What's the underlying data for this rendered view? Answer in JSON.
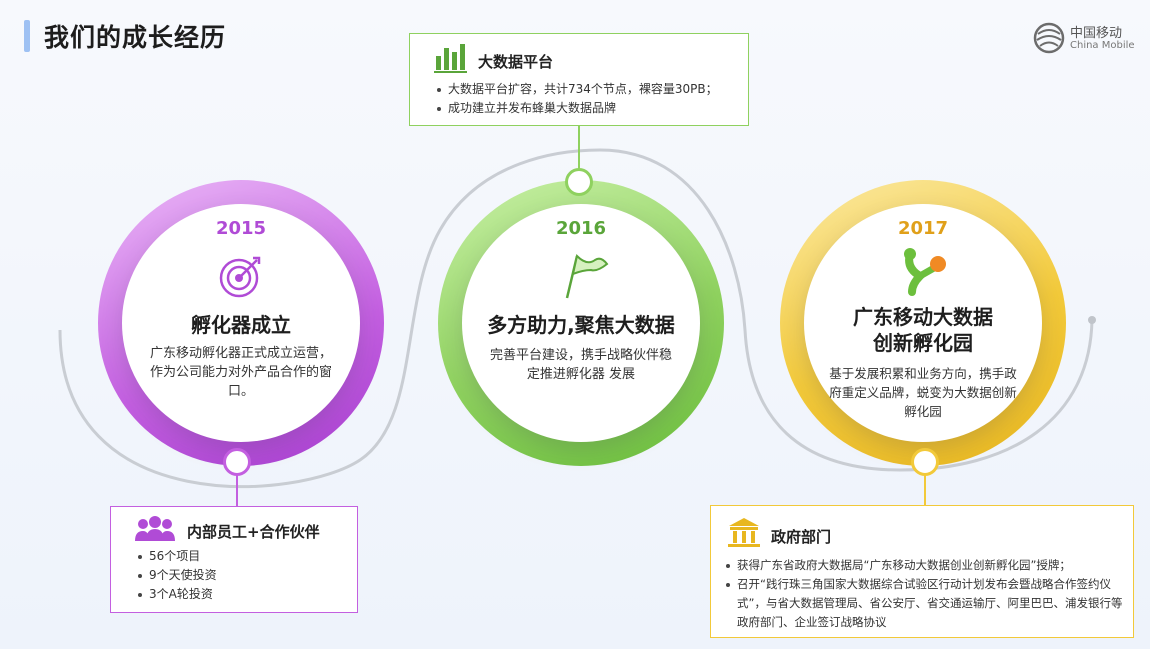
{
  "header": {
    "title": "我们的成长经历"
  },
  "logo": {
    "cn": "中国移动",
    "en": "China Mobile"
  },
  "milestones": [
    {
      "year": "2015",
      "title": "孵化器成立",
      "desc": "广东移动孵化器正式成立运营，作为公司能力对外产品合作的窗口。",
      "color": "#b04bd6",
      "icon": "target-icon"
    },
    {
      "year": "2016",
      "title": "多方助力,聚焦大数据",
      "desc": "完善平台建设，携手战略伙伴稳定推进孵化器 发展",
      "color": "#5aa53a",
      "icon": "flag-icon"
    },
    {
      "year": "2017",
      "title_line1": "广东移动大数据",
      "title_line2": "创新孵化园",
      "desc": "基于发展积累和业务方向，携手政府重定义品牌，蜕变为大数据创新孵化园",
      "color": "#e0a01a",
      "icon": "molecule-icon"
    }
  ],
  "boxes": {
    "bigdata": {
      "title": "大数据平台",
      "items": [
        "大数据平台扩容，共计734个节点，裸容量30PB；",
        "成功建立并发布蜂巢大数据品牌"
      ],
      "icon": "bar-chart-icon"
    },
    "staff": {
      "title": "内部员工+合作伙伴",
      "items": [
        "56个项目",
        "9个天使投资",
        "3个A轮投资"
      ],
      "icon": "people-icon"
    },
    "gov": {
      "title": "政府部门",
      "items": [
        "获得广东省政府大数据局“广东移动大数据创业创新孵化园”授牌；",
        "召开“践行珠三角国家大数据综合试验区行动计划发布会暨战略合作签约仪式”，与省大数据管理局、省公安厅、省交通运输厅、阿里巴巴、浦发银行等政府部门、企业签订战略协议"
      ],
      "icon": "government-building-icon"
    }
  },
  "colors": {
    "purple": "#c35fe0",
    "green": "#8fd15f",
    "yellow": "#f2c93a",
    "track": "#c9cdd3"
  }
}
